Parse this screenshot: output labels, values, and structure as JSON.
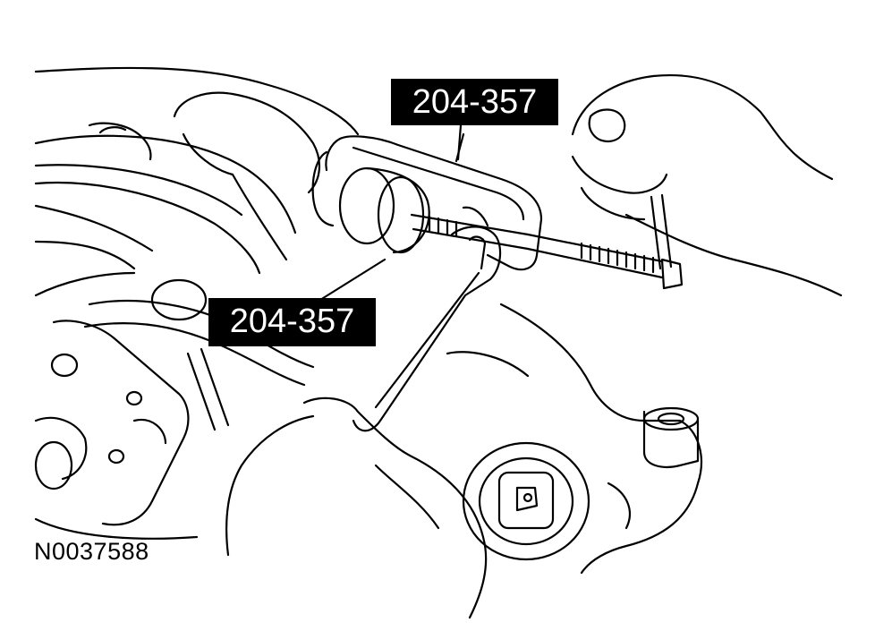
{
  "labels": {
    "upper_tool": "204-357",
    "lower_tool": "204-357"
  },
  "figure_id": "N0037588",
  "colors": {
    "line": "#000000",
    "background": "#ffffff"
  },
  "icons": [
    "hand-icon",
    "wrench-icon",
    "hex-key-icon",
    "puller-tool-icon",
    "knuckle-icon"
  ]
}
